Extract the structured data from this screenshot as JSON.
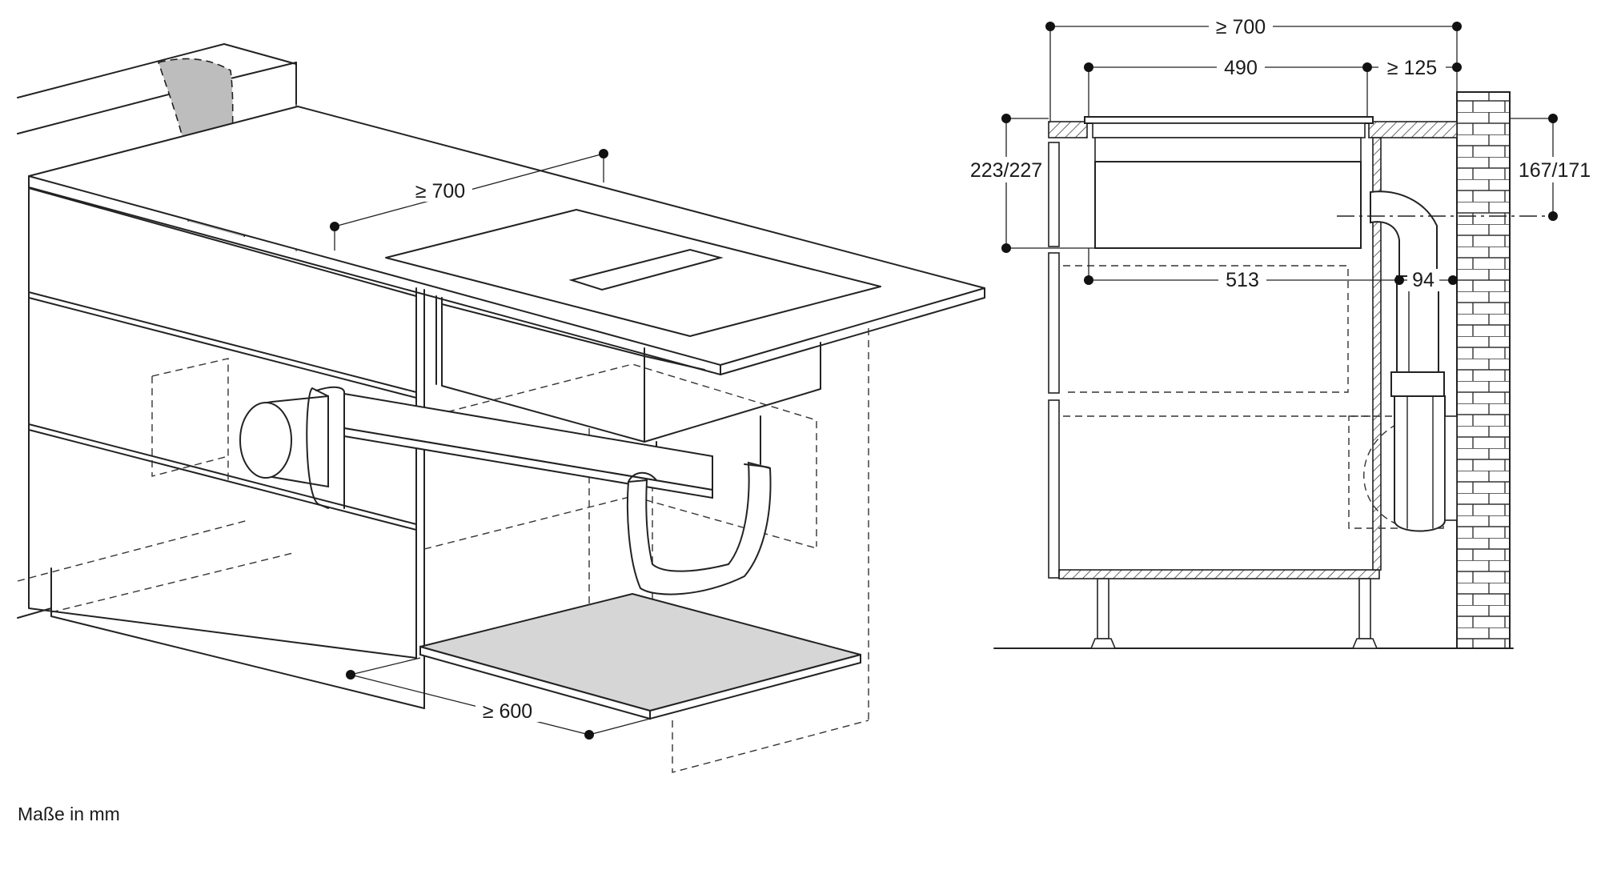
{
  "isometric_view": {
    "dim_depth_total": "≥ 700",
    "dim_depth_floor": "≥ 600"
  },
  "section_view": {
    "dim_total_depth": "≥ 700",
    "dim_appliance_width": "490",
    "dim_wall_gap": "≥ 125",
    "dim_appliance_height": "223/227",
    "dim_duct_axis_height": "167/171",
    "dim_inner_depth": "513",
    "dim_duct_diameter": "94"
  },
  "footer": {
    "units_note": "Maße in mm"
  },
  "colors": {
    "line": "#222222",
    "duct_fill": "#bdbdbd",
    "floor_panel_fill": "#d6d6d6",
    "hatch": "#444444"
  }
}
